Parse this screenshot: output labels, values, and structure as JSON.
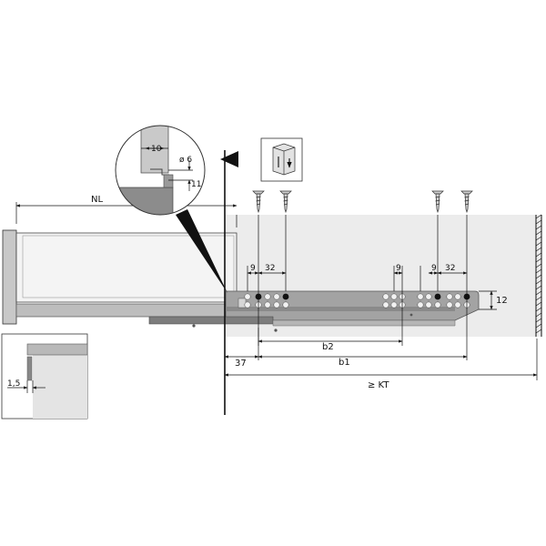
{
  "dimensions": {
    "nl": "NL",
    "d10": "10",
    "d6": "ø 6",
    "d11": "11",
    "d9a": "9",
    "d32a": "32",
    "d9b": "9",
    "d9c": "9",
    "d32b": "32",
    "d12": "12",
    "b2": "b2",
    "b1": "b1",
    "d37": "37",
    "kt": "≥ KT",
    "d15": "1,5"
  },
  "colors": {
    "cabinet_fill": "#ececec",
    "drawer_side": "#cfcfcf",
    "drawer_body": "#f4f4f4",
    "runner": "#9a9a9a",
    "runner_dark": "#7d7d7d",
    "line": "#111111"
  }
}
